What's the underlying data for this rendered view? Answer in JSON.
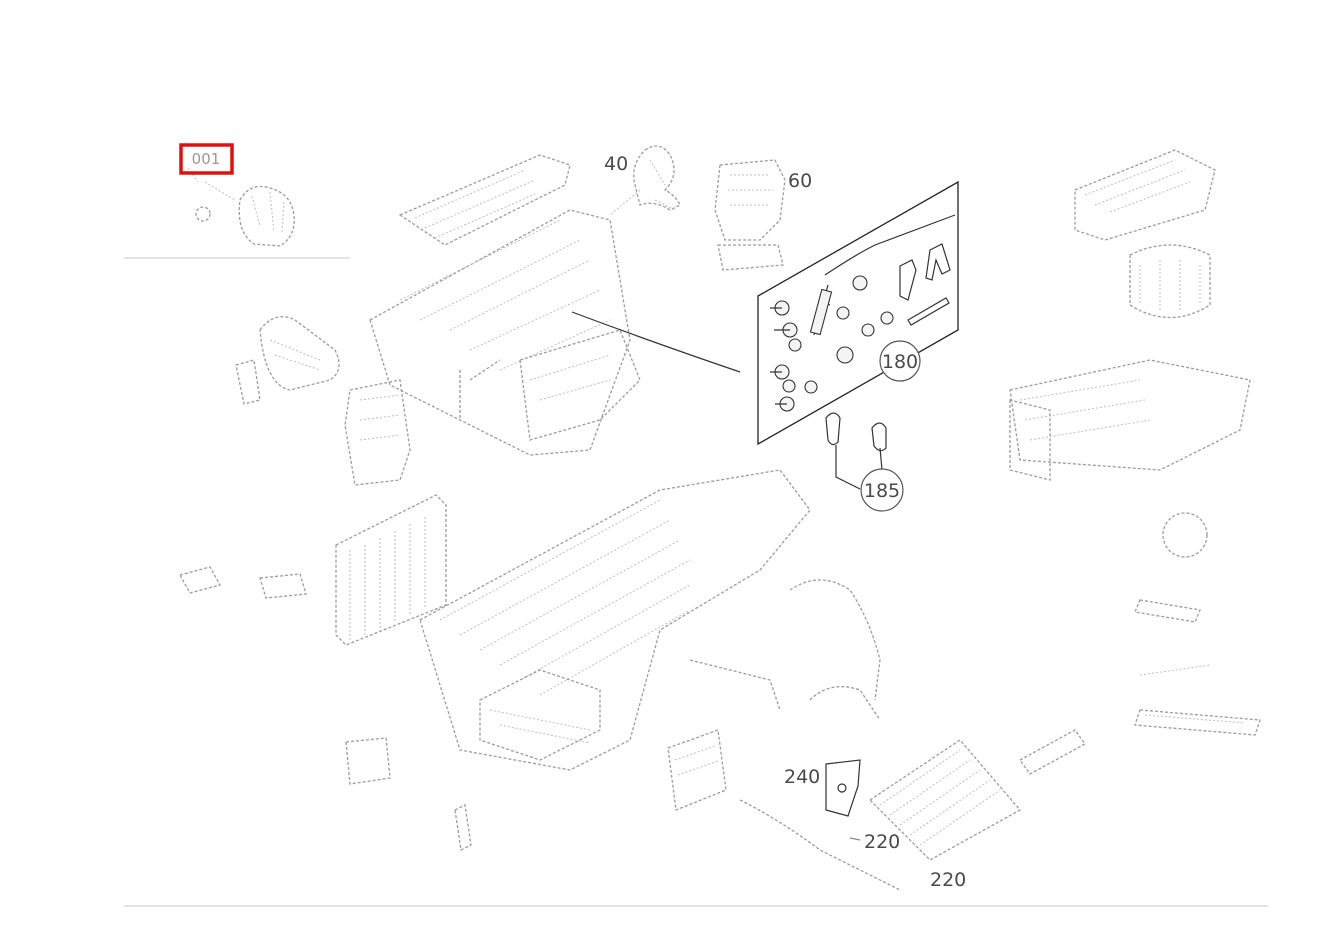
{
  "highlight_callout": "001",
  "callouts": {
    "c40": "40",
    "c60": "60",
    "c180": "180",
    "c185": "185",
    "c240": "240",
    "c220a": "220",
    "c220b": "220"
  },
  "colors": {
    "highlight": "#e01010",
    "line": "#9c9c9c",
    "ink": "#333333"
  }
}
